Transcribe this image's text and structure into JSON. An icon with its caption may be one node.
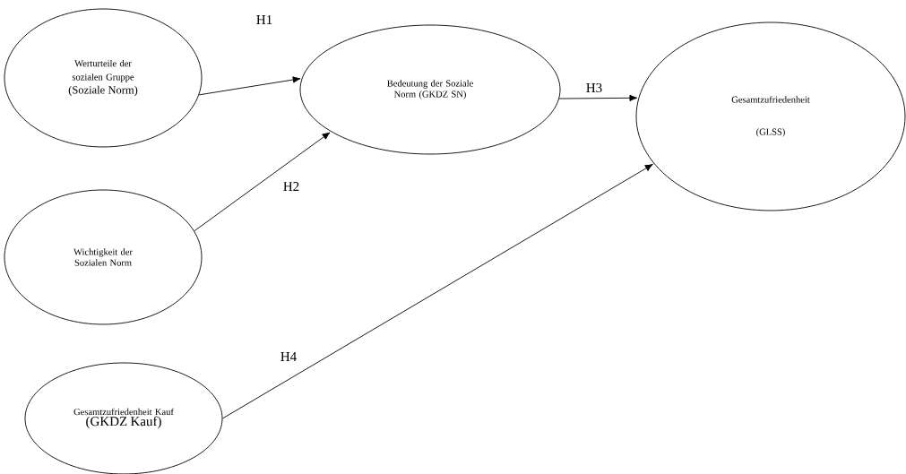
{
  "diagram": {
    "nodes": [
      {
        "text": [
          "Werturteile der sozialen Gruppe",
          "(Soziale Norm)"
        ]
      },
      {
        "text": [
          "Wichtigkeit der Sozialen Norm"
        ]
      },
      {
        "text": [
          "Gesamtzufriedenheit Kauf",
          "(GKDZ Kauf)"
        ]
      },
      {
        "text": [
          "Bedeutung der Soziale Norm (GKDZ SN)"
        ]
      },
      {
        "text": [
          "Gesamtzufriedenheit",
          "(GLSS)"
        ]
      }
    ],
    "edges": [
      {
        "from": 0,
        "to": 3,
        "arrow": "to",
        "label": "H1"
      },
      {
        "from": 1,
        "to": 3,
        "arrow": "to",
        "label": "H2"
      },
      {
        "from": 3,
        "to": 4,
        "arrow": "to",
        "label": "H3"
      },
      {
        "from": 2,
        "to": 4,
        "arrow": "to",
        "label": "H4"
      }
    ]
  }
}
